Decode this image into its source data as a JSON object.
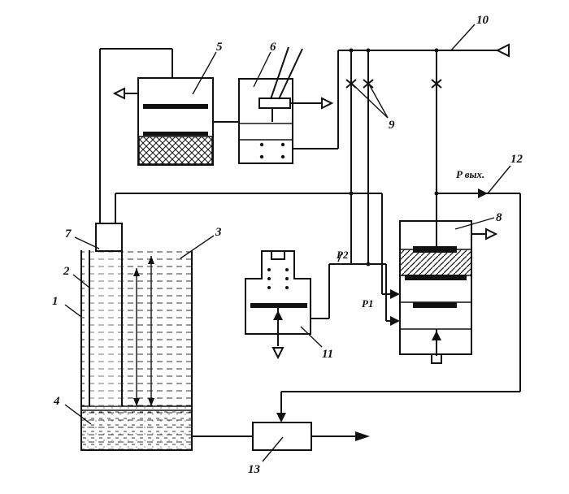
{
  "labels": {
    "l1": "1",
    "l2": "2",
    "l3": "3",
    "l4": "4",
    "l5": "5",
    "l6": "6",
    "l7": "7",
    "l8": "8",
    "l9": "9",
    "l10": "10",
    "l11": "11",
    "l12": "12",
    "l13": "13"
  },
  "pressure_labels": {
    "p_out": "P вых.",
    "p2": "P2",
    "p1": "P1"
  }
}
